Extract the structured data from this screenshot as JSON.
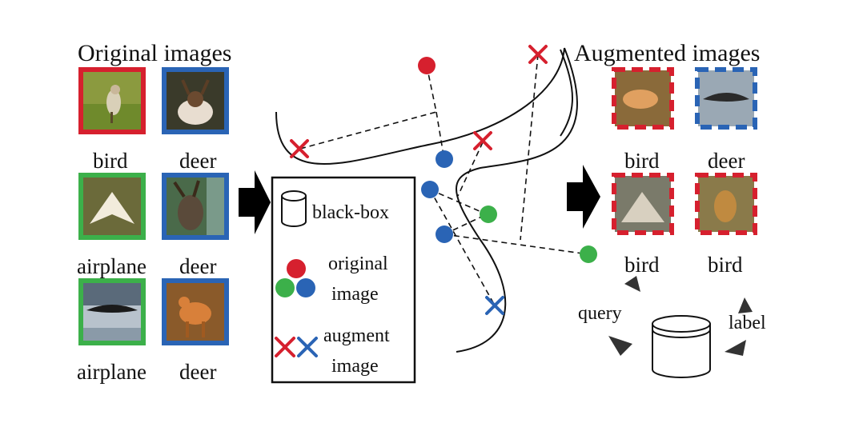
{
  "original": {
    "heading": "Original images",
    "images": [
      {
        "label": "bird",
        "border": "#d6202e"
      },
      {
        "label": "deer",
        "border": "#2a64b5"
      },
      {
        "label": "airplane",
        "border": "#3cb04a"
      },
      {
        "label": "deer",
        "border": "#2a64b5"
      },
      {
        "label": "airplane",
        "border": "#3cb04a"
      },
      {
        "label": "deer",
        "border": "#2a64b5"
      }
    ]
  },
  "augmented": {
    "heading": "Augmented images",
    "images": [
      {
        "label": "bird",
        "border": "#d6202e"
      },
      {
        "label": "deer",
        "border": "#2a64b5"
      },
      {
        "label": "bird",
        "border": "#d6202e"
      },
      {
        "label": "bird",
        "border": "#d6202e"
      }
    ]
  },
  "legend": {
    "title": "black-box",
    "original_line1": "original",
    "original_line2": "image",
    "augment_line1": "augment",
    "augment_line2": "image"
  },
  "loop": {
    "query": "query",
    "label": "label"
  },
  "colors": {
    "red": "#d6202e",
    "blue": "#2a64b5",
    "green": "#3cb04a"
  },
  "icons": [
    "database-icon",
    "arrow-right-icon",
    "cross-mark-icon",
    "circular-arrow-icon"
  ]
}
